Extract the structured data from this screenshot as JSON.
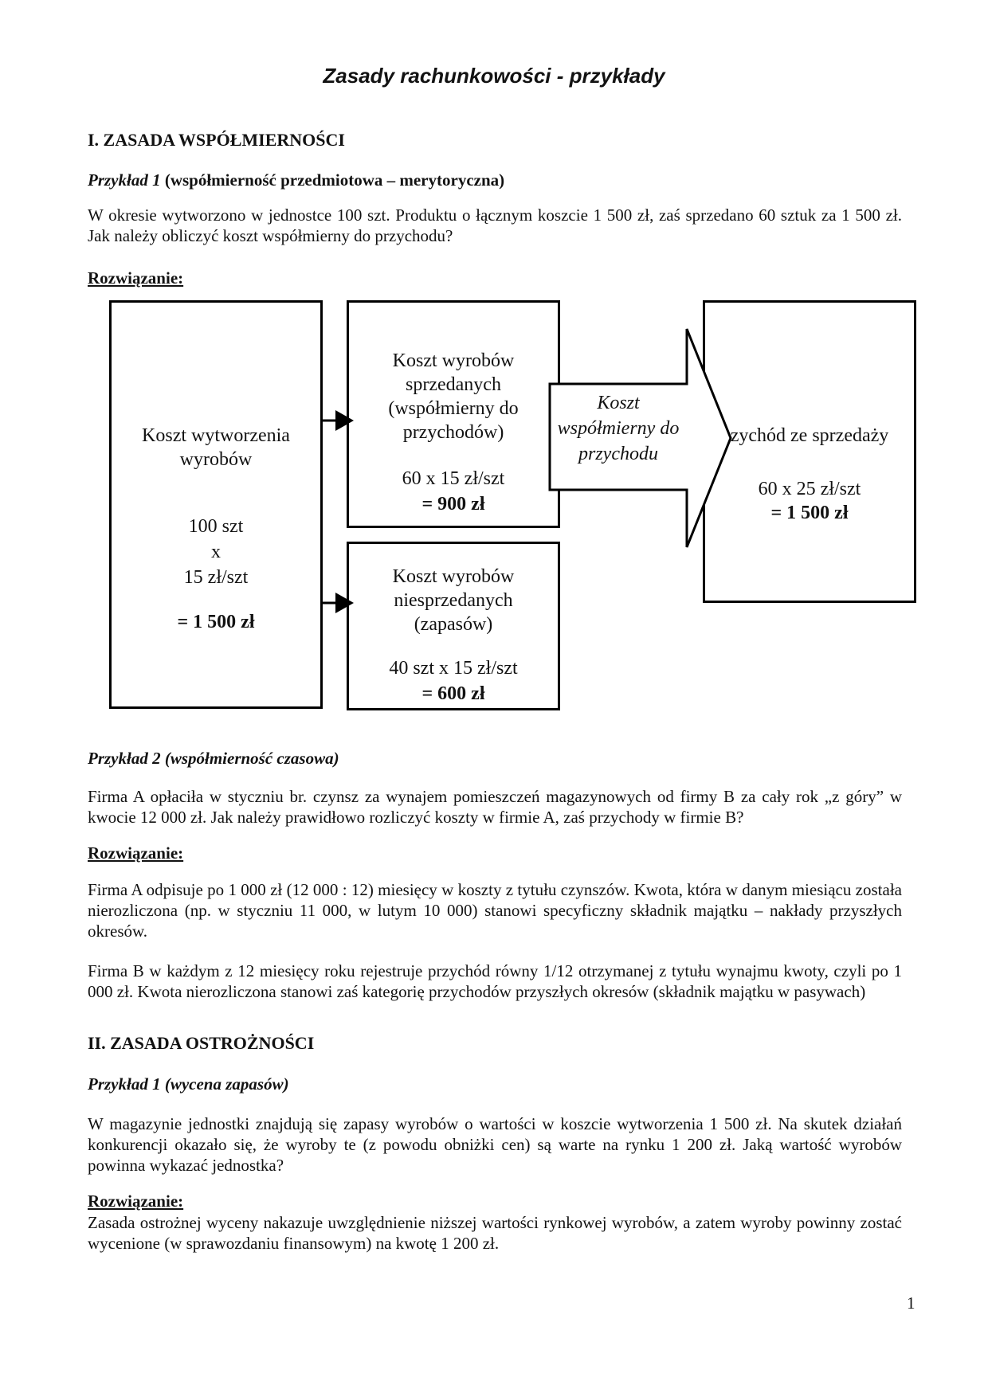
{
  "page": {
    "title": "Zasady rachunkowości - przykłady",
    "page_number": "1"
  },
  "section1": {
    "heading": "I. ZASADA WSPÓŁMIERNOŚCI",
    "example1": {
      "label_italic": "Przykład 1",
      "label_rest": " (współmierność przedmiotowa – merytoryczna)",
      "problem": "W okresie wytworzono w jednostce 100 szt. Produktu o łącznym koszcie 1 500 zł, zaś sprzedano 60 sztuk za 1 500 zł. Jak należy obliczyć koszt współmierny do przychodu?",
      "solution_label": "Rozwiązanie:"
    },
    "diagram": {
      "box_production": {
        "title": "Koszt wytworzenia wyrobów",
        "calc_lines": [
          "100 szt",
          "x",
          "15 zł/szt"
        ],
        "result": "= 1 500 zł"
      },
      "box_sold": {
        "title": "Koszt wyrobów sprzedanych (współmierny do przychodów)",
        "calc": "60 x 15 zł/szt",
        "result": "= 900 zł"
      },
      "box_unsold": {
        "title": "Koszt wyrobów niesprzedanych (zapasów)",
        "calc": "40 szt x 15 zł/szt",
        "result": "= 600 zł"
      },
      "box_revenue": {
        "title": "zychód ze sprzedaży",
        "calc": "60 x 25 zł/szt",
        "result": "= 1 500 zł"
      },
      "arrow_label": "Koszt współmierny do przychodu"
    },
    "example2": {
      "label": "Przykład 2 (współmierność czasowa)",
      "problem": "Firma A opłaciła w styczniu br. czynsz za wynajem pomieszczeń magazynowych od firmy B za cały rok „z góry” w kwocie 12 000 zł. Jak należy prawidłowo rozliczyć koszty w firmie A, zaś przychody w firmie B?",
      "solution_label": "Rozwiązanie:",
      "solution_p1": "Firma A odpisuje po 1 000 zł (12 000 : 12) miesięcy w koszty z tytułu czynszów. Kwota, która w danym miesiącu została nierozliczona (np. w styczniu 11 000, w lutym 10 000) stanowi specyficzny składnik majątku – nakłady przyszłych okresów.",
      "solution_p2": "Firma B w każdym z 12 miesięcy roku rejestruje przychód równy 1/12 otrzymanej z tytułu wynajmu kwoty, czyli po 1 000 zł. Kwota nierozliczona stanowi zaś kategorię przychodów przyszłych okresów (składnik majątku w pasywach)"
    }
  },
  "section2": {
    "heading": "II. ZASADA OSTROŻNOŚCI",
    "example1": {
      "label": "Przykład 1 (wycena zapasów)",
      "problem": "W magazynie jednostki znajdują się zapasy wyrobów o wartości w koszcie wytworzenia 1 500 zł. Na skutek działań konkurencji okazało się, że wyroby te (z powodu obniżki cen) są warte na rynku 1 200 zł. Jaką wartość wyrobów powinna wykazać jednostka?",
      "solution_label": "Rozwiązanie:",
      "solution": "Zasada ostrożnej wyceny nakazuje uwzględnienie niższej wartości rynkowej wyrobów, a zatem wyroby powinny zostać wycenione (w sprawozdaniu finansowym) na kwotę 1 200 zł."
    }
  }
}
